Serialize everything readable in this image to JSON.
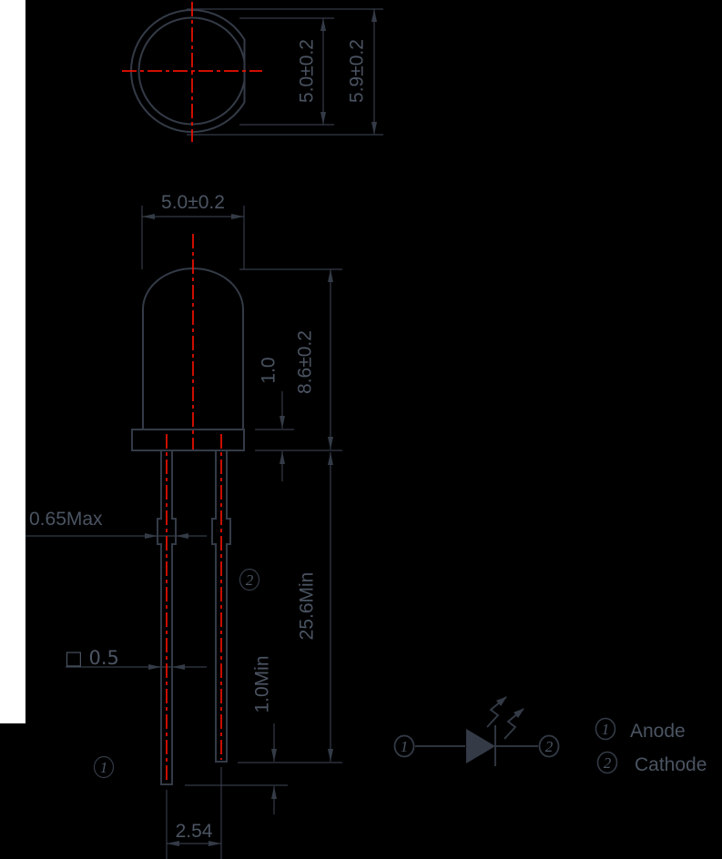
{
  "colors": {
    "background": "#000000",
    "panel": "#ffffff",
    "line": "#343b47",
    "text": "#4b5462",
    "centerline": "#ee1100"
  },
  "top_view": {
    "inner_diameter": "5.0±0.2",
    "outer_diameter": "5.9±0.2"
  },
  "side_view": {
    "body_width": "5.0±0.2",
    "flange_thickness": "1.0",
    "body_height": "8.6±0.2",
    "lead_length": "25.6Min",
    "lead_tip_offset": "1.0Min",
    "lead_width_max": "0.65Max",
    "lead_square": "□ 0.5",
    "lead_pitch": "2.54",
    "anode_marker": "1",
    "cathode_marker": "2"
  },
  "symbol": {
    "anode_marker": "1",
    "cathode_marker": "2"
  },
  "legend": {
    "anode_marker": "1",
    "anode_label": "Anode",
    "cathode_marker": "2",
    "cathode_label": "Cathode"
  }
}
